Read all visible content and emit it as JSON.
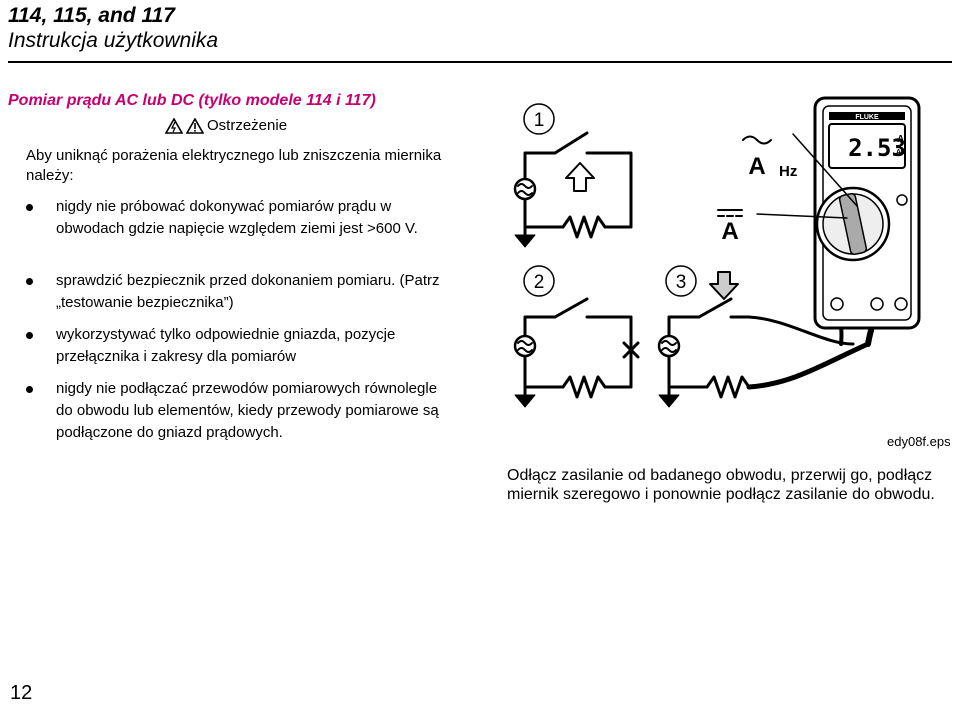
{
  "header": {
    "title": "114, 115, and 117",
    "subtitle": "Instrukcja użytkownika"
  },
  "section": {
    "title": "Pomiar prądu AC lub DC (tylko modele 114 i 117)",
    "warning_label": "Ostrzeżenie",
    "intro": "Aby uniknąć porażenia elektrycznego lub zniszczenia miernika należy:",
    "bullets": [
      "nigdy nie próbować dokonywać pomiarów prądu w obwodach gdzie napięcie względem ziemi jest >600 V.",
      "sprawdzić bezpiecznik przed dokonaniem pomiaru. (Patrz „testowanie bezpiecznika”)",
      "wykorzystywać tylko odpowiednie gniazda, pozycje przełącznika i zakresy dla pomiarów",
      "nigdy nie podłączać przewodów pomiarowych równolegle do obwodu lub elementów, kiedy przewody pomiarowe są podłączone do gniazd prądowych."
    ]
  },
  "figure": {
    "step_labels": [
      "1",
      "2",
      "3"
    ],
    "ac_current_symbol": "A",
    "hz_label": "Hz",
    "dc_current_symbol": "A",
    "meter_brand": "FLUKE",
    "meter_reading": "2.53",
    "meter_unit": "A",
    "meter_mode": "AC",
    "file_name": "edy08f.eps",
    "caption": "Odłącz zasilanie od badanego obwodu, przerwij go, podłącz miernik szeregowo i ponownie podłącz zasilanie do obwodu."
  },
  "page_number": "12"
}
